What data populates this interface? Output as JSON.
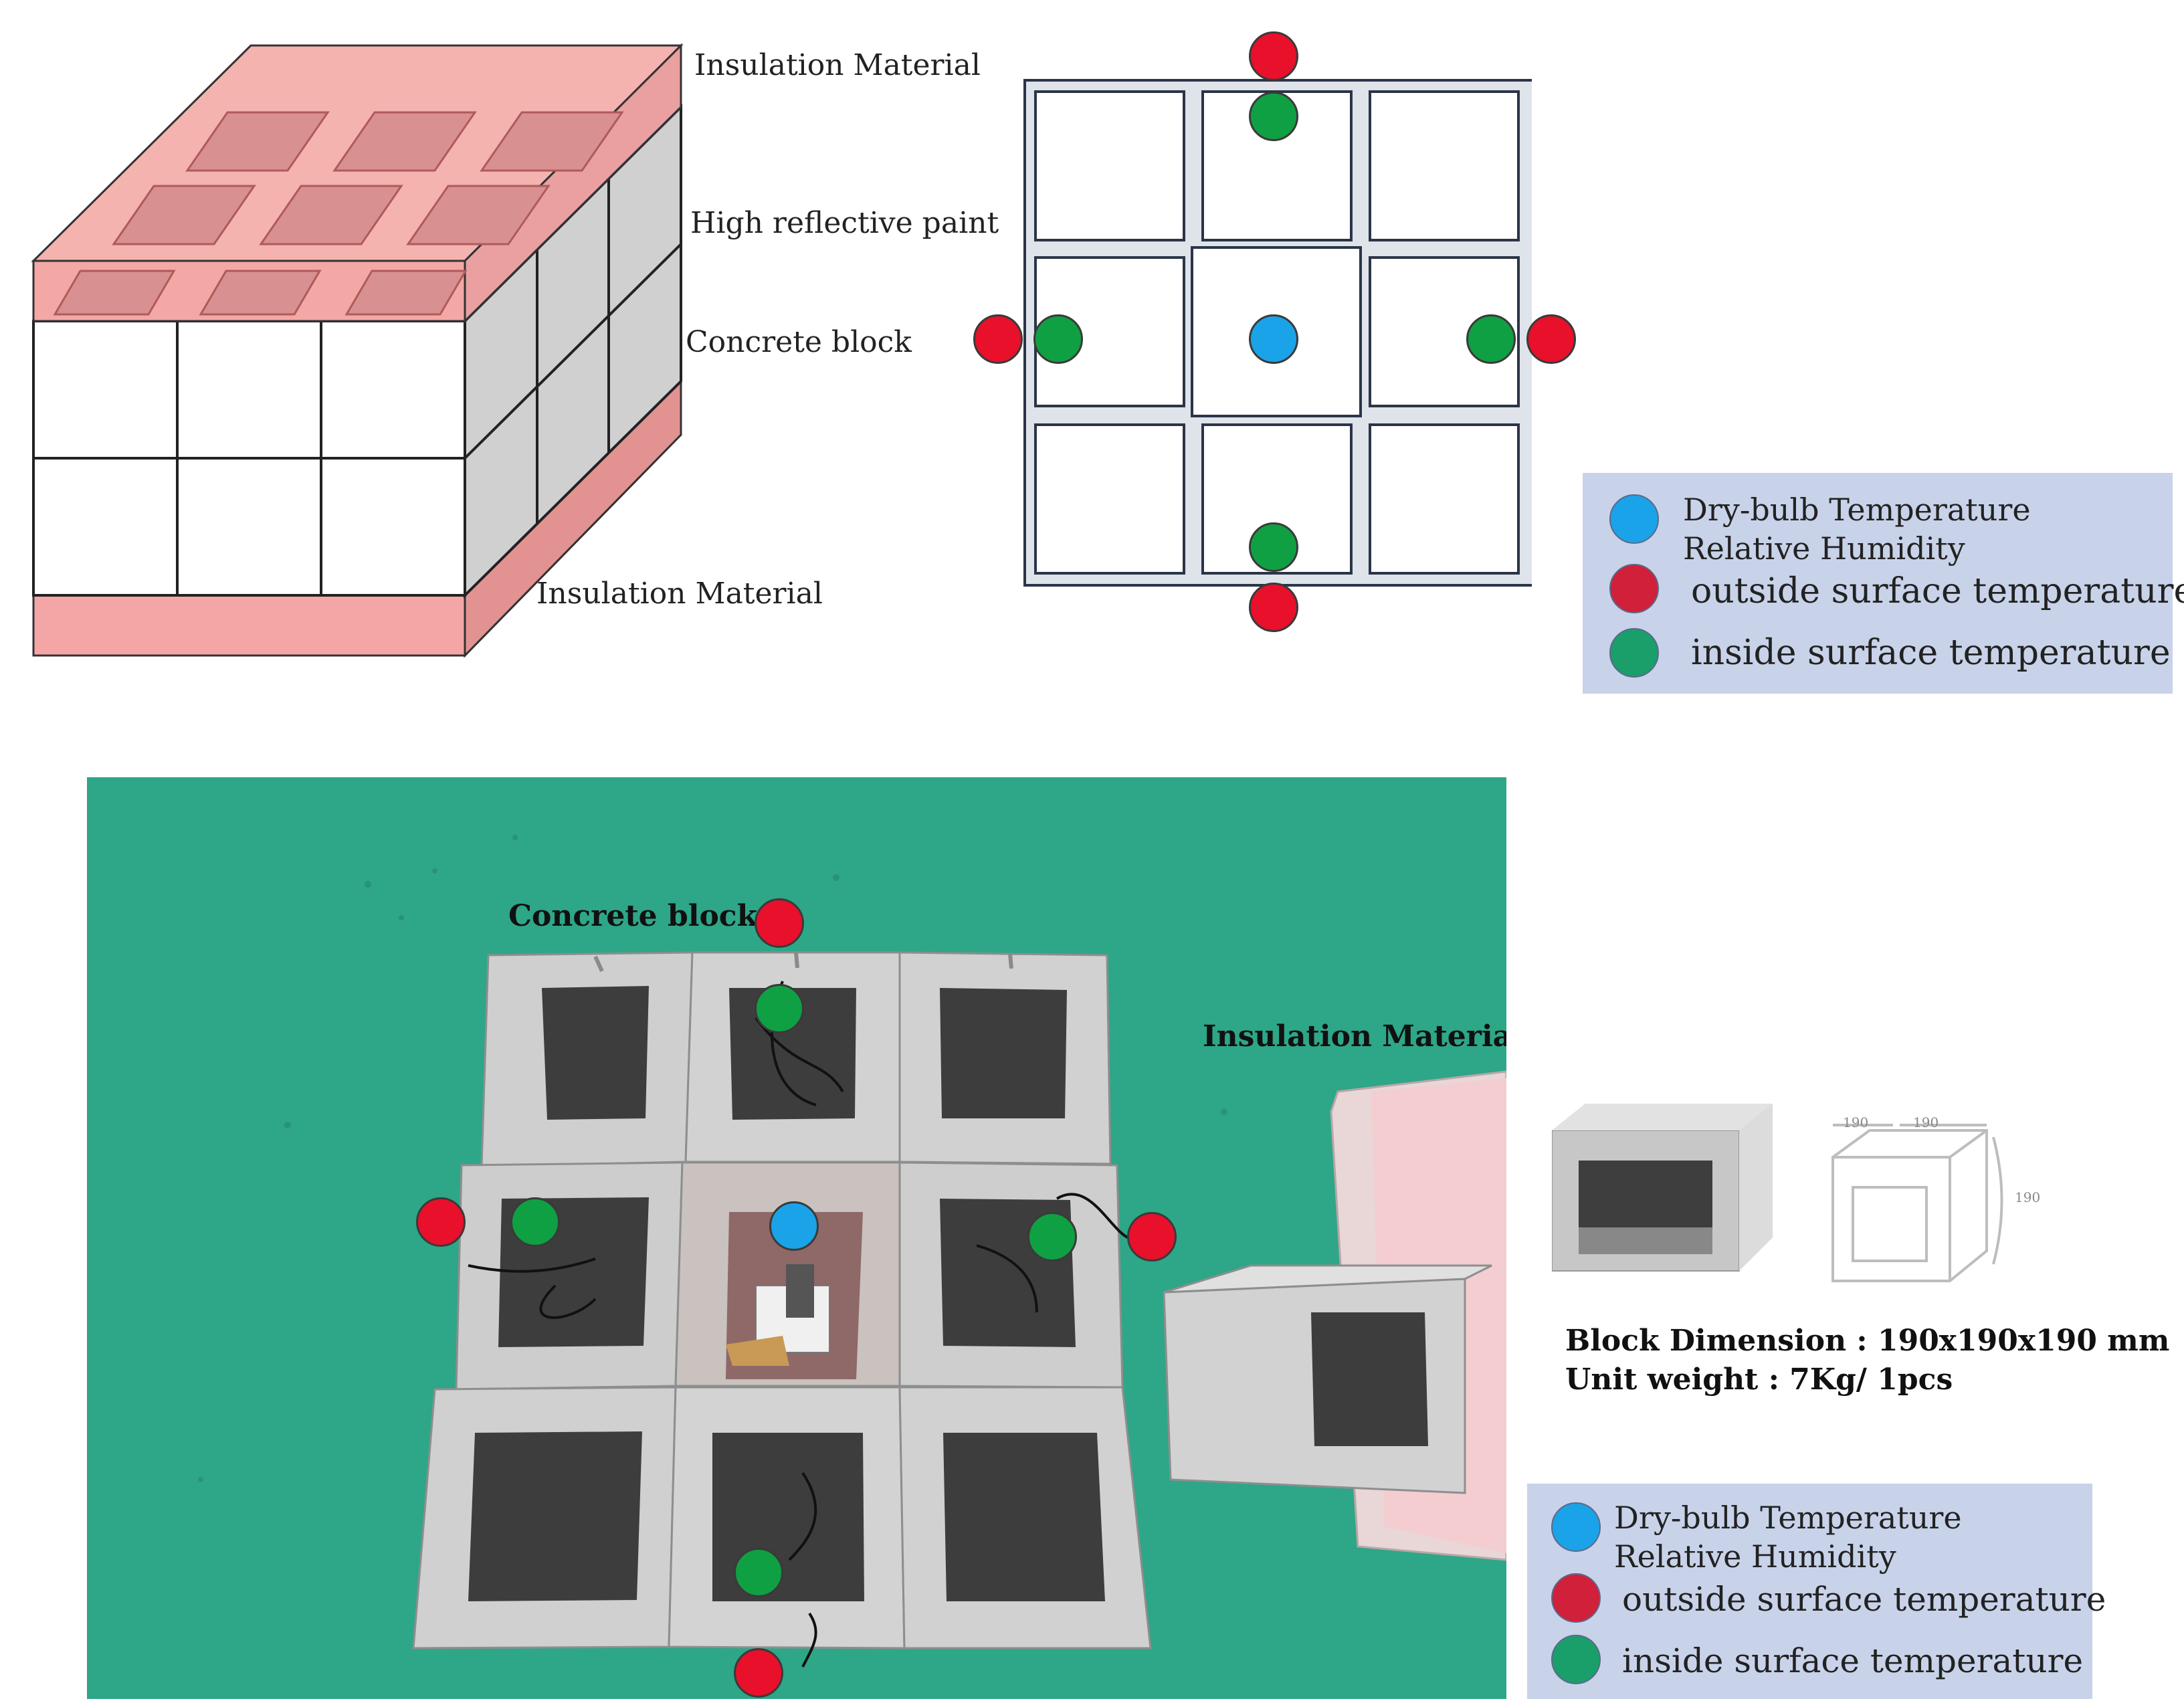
{
  "iso_labels": {
    "top_insulation": "Insulation Material",
    "paint": "High reflective paint",
    "concrete": "Concrete block",
    "bottom_insulation": "Insulation Material"
  },
  "legend_top": {
    "items": [
      {
        "label_line1": "Dry-bulb Temperature",
        "label_line2": "Relative Humidity",
        "color": "#1aa3e8"
      },
      {
        "label_line1": "outside surface temperature",
        "color": "#d0203a"
      },
      {
        "label_line1": "inside surface temperature",
        "color": "#1a9e6a"
      }
    ]
  },
  "photo_labels": {
    "concrete": "Concrete block",
    "insulation": "Insulation Material"
  },
  "block_drawing": {
    "dim_a": "190",
    "dim_b": "190",
    "dim_c": "190"
  },
  "block_info": {
    "dimension": "Block Dimension : 190x190x190 mm",
    "weight": "Unit weight : 7Kg/ 1pcs"
  },
  "legend_bottom": {
    "items": [
      {
        "label_line1": "Dry-bulb Temperature",
        "label_line2": "Relative Humidity",
        "color": "#1aa3e8"
      },
      {
        "label_line1": "outside surface temperature",
        "color": "#d0203a"
      },
      {
        "label_line1": "inside surface temperature",
        "color": "#1a9e6a"
      }
    ]
  },
  "colors": {
    "dry_bulb": "#1aa3e8",
    "outside": "#e8102a",
    "inside": "#0fa043",
    "insulation": "#f5a3a3",
    "legend_bg": "#c8d3ea",
    "floor": "#2ea688"
  }
}
